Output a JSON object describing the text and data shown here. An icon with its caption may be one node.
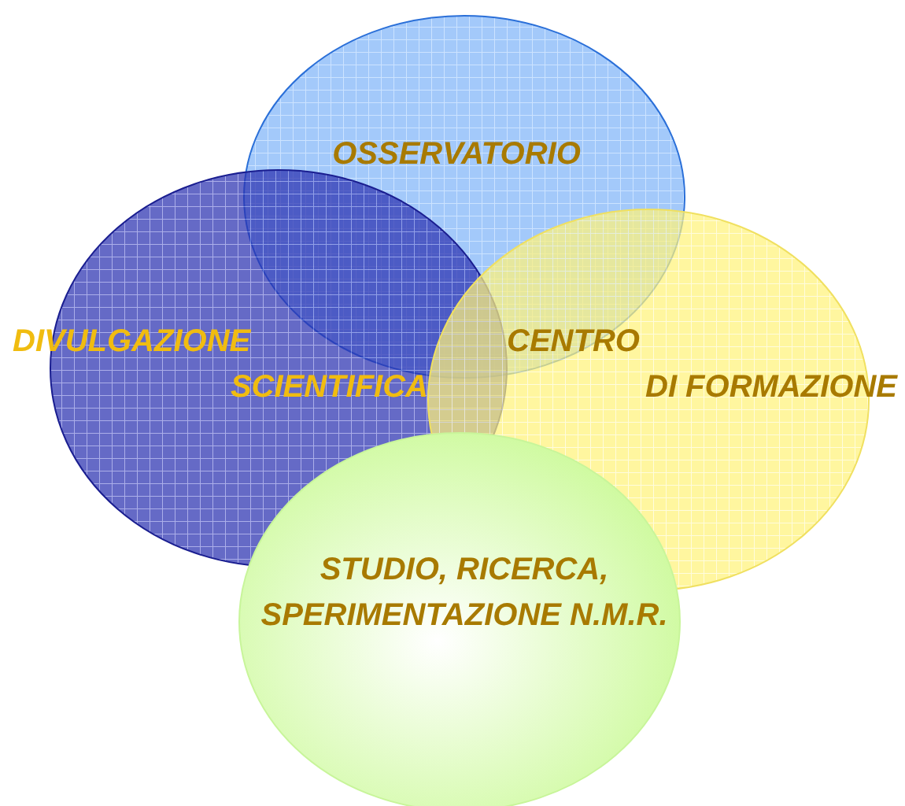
{
  "diagram": {
    "nodes": [
      {
        "text": [
          "OSSERVATORIO"
        ]
      },
      {
        "text": [
          "DIVULGAZIONE SCIENTIFICA"
        ]
      },
      {
        "text": [
          "CENTRO DI FORMAZIONE"
        ]
      },
      {
        "text": [
          "STUDIO, RICERCA, SPERIMENTAZIONE N.M.R."
        ]
      }
    ]
  }
}
